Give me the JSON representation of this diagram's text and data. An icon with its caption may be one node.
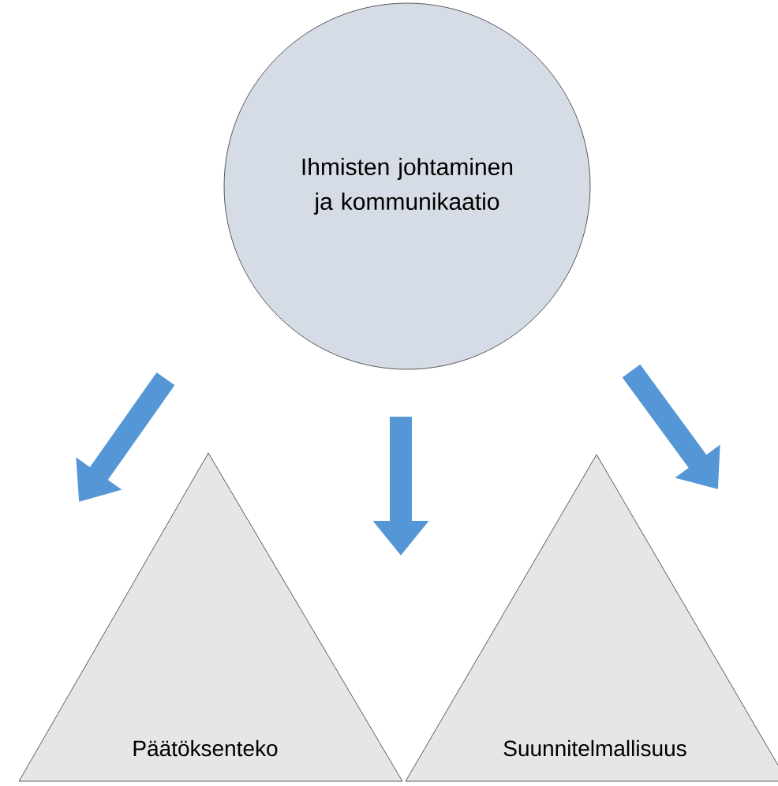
{
  "diagram": {
    "nodes": [
      {
        "text": [
          "Ihmisten johtaminen ja kommunikaatio"
        ]
      },
      {
        "text": [
          "Päätöksenteko"
        ]
      },
      {
        "text": [
          "Suunnitelmallisuus"
        ]
      }
    ]
  }
}
